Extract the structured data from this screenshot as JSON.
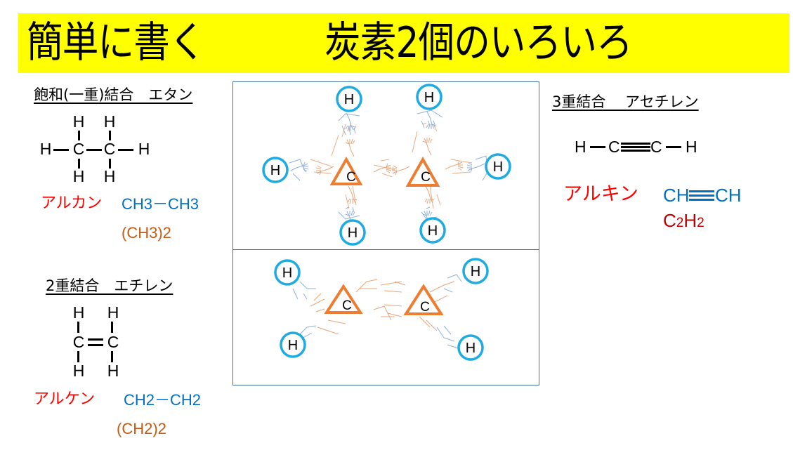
{
  "title": {
    "left": "簡単に書く",
    "right": "炭素2個のいろいろ",
    "background": "#ffff00"
  },
  "ethane": {
    "heading": "飽和(一重)結合　エタン",
    "structure": {
      "atoms": [
        "H",
        "H",
        "H",
        "C",
        "C",
        "H",
        "H",
        "H"
      ],
      "bond_type": "single"
    },
    "class_name": "アルカン",
    "formula": "CH3－CH3",
    "condensed": "(CH3)2"
  },
  "ethylene": {
    "heading": "2重結合　エチレン",
    "structure": {
      "atoms": [
        "H",
        "H",
        "C",
        "C",
        "H",
        "H"
      ],
      "bond_symbol": "="
    },
    "class_name": "アルケン",
    "formula": "CH2－CH2",
    "condensed": "(CH2)2"
  },
  "acetylene": {
    "heading": "3重結合　 アセチレン",
    "structure_text": {
      "h1": "H",
      "c1": "C",
      "c2": "C",
      "h2": "H"
    },
    "class_name": "アルキン",
    "formula_left": "CH",
    "formula_right": "CH",
    "molecular_c": "C",
    "molecular_c_sub": "2",
    "molecular_h": "H",
    "molecular_h_sub": "2"
  },
  "hand_diagram_single": {
    "carbon_label": "C",
    "hydrogen_label": "H",
    "carbons": 2,
    "hydrogens": 6
  },
  "hand_diagram_double": {
    "carbon_label": "C",
    "hydrogen_label": "H",
    "carbons": 2,
    "hydrogens": 4
  },
  "colors": {
    "class_name": "#ff0000",
    "formula": "#0070c0",
    "condensed": "#c55a11",
    "molecular": "#c00000",
    "carbon_triangle": "#ed7d31",
    "hydrogen_circle": "#1cabe2",
    "box_border": "#41719c"
  }
}
